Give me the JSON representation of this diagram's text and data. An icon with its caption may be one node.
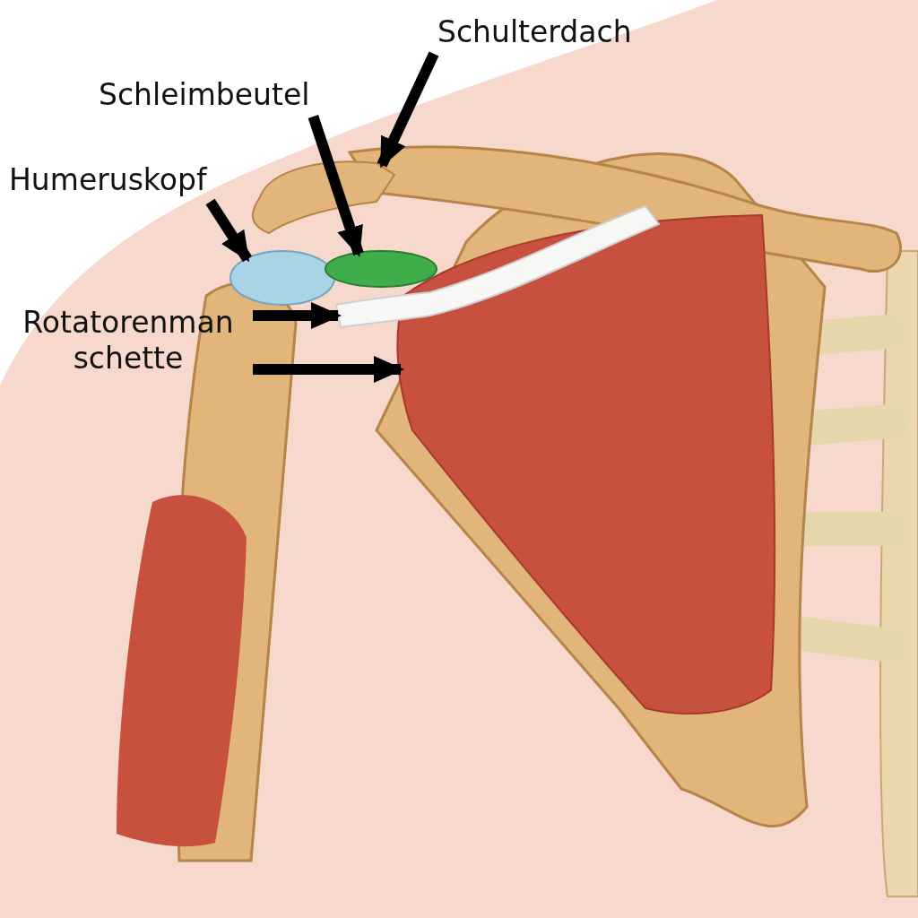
{
  "diagram": {
    "nodes": [
      {
        "text": [
          "Schulterdach"
        ]
      },
      {
        "text": [
          "Schleimbeutel"
        ]
      },
      {
        "text": [
          "Humeruskopf"
        ]
      },
      {
        "text": [
          "Rotatorenman schette"
        ]
      },
      {
        "text": [],
        "shape": "picture"
      },
      {
        "text": [],
        "shape": "circle"
      },
      {
        "text": [],
        "shape": "circle"
      },
      {
        "text": [],
        "shape": "picture"
      },
      {
        "text": [],
        "shape": "picture"
      }
    ],
    "edges": [
      {
        "from": 0,
        "to": 4,
        "arrow": "to"
      },
      {
        "from": 1,
        "to": 5,
        "arrow": "to"
      },
      {
        "from": 2,
        "to": 6,
        "arrow": "to"
      },
      {
        "from": 3,
        "to": 7,
        "arrow": "to"
      },
      {
        "from": 3,
        "to": 8,
        "arrow": "to"
      }
    ]
  }
}
